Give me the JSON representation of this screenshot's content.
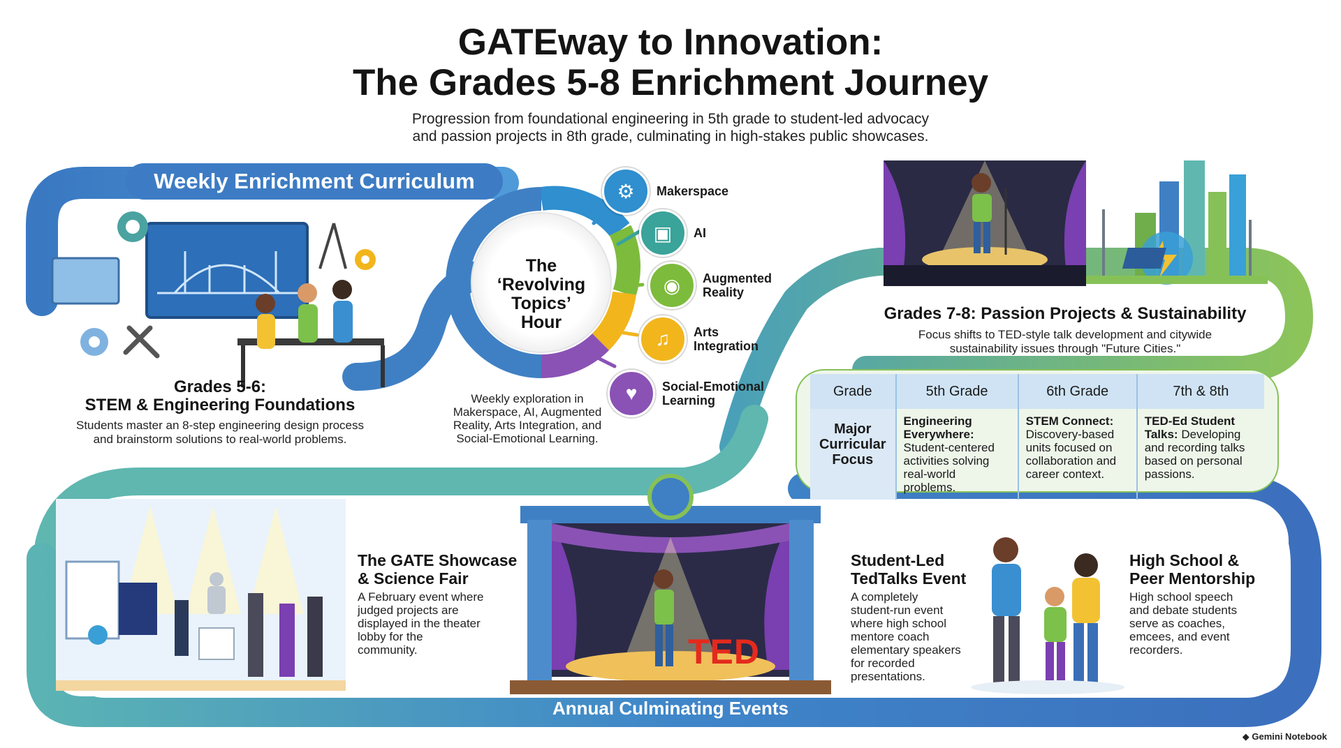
{
  "header": {
    "title_line1": "GATEway to Innovation:",
    "title_line2": "The Grades 5-8 Enrichment Journey",
    "subtitle_line1": "Progression from foundational engineering in 5th grade to student-led advocacy",
    "subtitle_line2": "and passion projects in 8th grade, culminating in high-stakes public showcases."
  },
  "curriculum": {
    "banner": "Weekly Enrichment Curriculum",
    "grades56": {
      "title_line1": "Grades 5-6:",
      "title_line2": "STEM & Engineering Foundations",
      "desc_line1": "Students master an 8-step engineering design process",
      "desc_line2": "and brainstorm solutions to real-world problems."
    },
    "revolving": {
      "hub_line1": "The",
      "hub_line2": "‘Revolving",
      "hub_line3": "Topics’",
      "hub_line4": "Hour",
      "desc_line1": "Weekly exploration in",
      "desc_line2": "Makerspace, AI, Augmented",
      "desc_line3": "Reality, Arts Integration, and",
      "desc_line4": "Social-Emotional Learning.",
      "topics": [
        {
          "line1": "Makerspace",
          "line2": "",
          "icon": "makerspace-icon",
          "color": "#2f8fcf"
        },
        {
          "line1": "AI",
          "line2": "",
          "icon": "ai-chip-icon",
          "color": "#3aa39a"
        },
        {
          "line1": "Augmented",
          "line2": "Reality",
          "icon": "vr-headset-icon",
          "color": "#7dbb3c"
        },
        {
          "line1": "Arts",
          "line2": "Integration",
          "icon": "art-palette-icon",
          "color": "#f2b51c"
        },
        {
          "line1": "Social-Emotional",
          "line2": "Learning",
          "icon": "heart-hands-icon",
          "color": "#8a52b5"
        }
      ]
    },
    "grades78": {
      "title": "Grades 7-8: Passion Projects & Sustainability",
      "desc_line1": "Focus shifts to TED-style talk development and citywide",
      "desc_line2": "sustainability issues through \"Future Cities.\""
    }
  },
  "focus_table": {
    "headers": [
      "Grade",
      "5th Grade",
      "6th Grade",
      "7th & 8th"
    ],
    "row_label_line1": "Major",
    "row_label_line2": "Curricular",
    "row_label_line3": "Focus",
    "cells": [
      {
        "bold_line1": "Engineering",
        "bold_line2": "Everywhere:",
        "text_line1": "Student-centered",
        "text_line2": "activities solving",
        "text_line3": "real-world problems."
      },
      {
        "bold_line1": "STEM Connect:",
        "bold_line2": "",
        "text_line1": "Discovery-based",
        "text_line2": "units focused on",
        "text_line3": "collaboration and",
        "text_line4": "career context."
      },
      {
        "bold_line1": "TED-Ed Student",
        "bold_line2": "Talks:",
        "bold_inline_tail": "Developing",
        "text_line1": "and recording talks",
        "text_line2": "based on personal",
        "text_line3": "passions."
      }
    ]
  },
  "events": {
    "banner": "Annual Culminating Events",
    "showcase": {
      "title_line1": "The GATE Showcase",
      "title_line2": "& Science Fair",
      "desc_lines": [
        "A February event where",
        "judged projects are",
        "displayed in the theater",
        "lobby for the",
        "community."
      ]
    },
    "stage_sign": "TED",
    "tedtalks": {
      "title_line1": "Student-Led",
      "title_line2": "TedTalks Event",
      "desc_lines": [
        "A completely",
        "student-run event",
        "where high school",
        "mentore coach",
        "elementary speakers",
        "for recorded",
        "presentations."
      ]
    },
    "mentorship": {
      "title_line1": "High School &",
      "title_line2": "Peer Mentorship",
      "desc_lines": [
        "High school speech",
        "and debate students",
        "serve as coaches,",
        "emcees, and event",
        "recorders."
      ]
    }
  },
  "footer": {
    "brand": "Gemini Notebook"
  },
  "colors": {
    "path_blue": "#3f80c4",
    "path_teal": "#5fb7b0",
    "path_green": "#86c157",
    "table_header": "#cfe3f4"
  }
}
